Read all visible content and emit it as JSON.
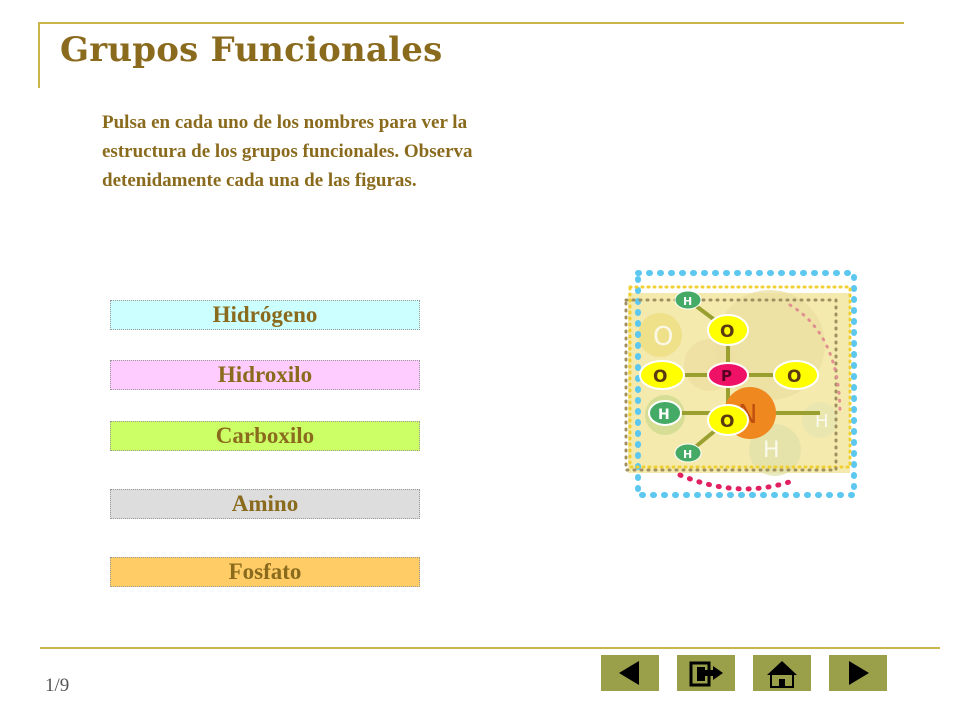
{
  "title": "Grupos Funcionales",
  "instructions": "Pulsa en cada uno de los nombres para ver la estructura de los grupos funcionales.  Observa detenidamente cada una de las figuras.",
  "buttons": [
    {
      "label": "Hidrógeno",
      "color": "#ccffff"
    },
    {
      "label": "Hidroxilo",
      "color": "#ffccff"
    },
    {
      "label": "Carboxilo",
      "color": "#ccff66"
    },
    {
      "label": "Amino",
      "color": "#dddddd"
    },
    {
      "label": "Fosfato",
      "color": "#ffcc66"
    }
  ],
  "molecule": {
    "atoms": [
      "H",
      "O",
      "O",
      "P",
      "O",
      "H",
      "O",
      "H",
      "O",
      "N",
      "H",
      "H"
    ]
  },
  "footer": {
    "page_number": "1/9"
  },
  "nav": {
    "icons": [
      "previous-icon",
      "exit-icon",
      "home-icon",
      "next-icon"
    ],
    "color": "#9aa04a"
  }
}
